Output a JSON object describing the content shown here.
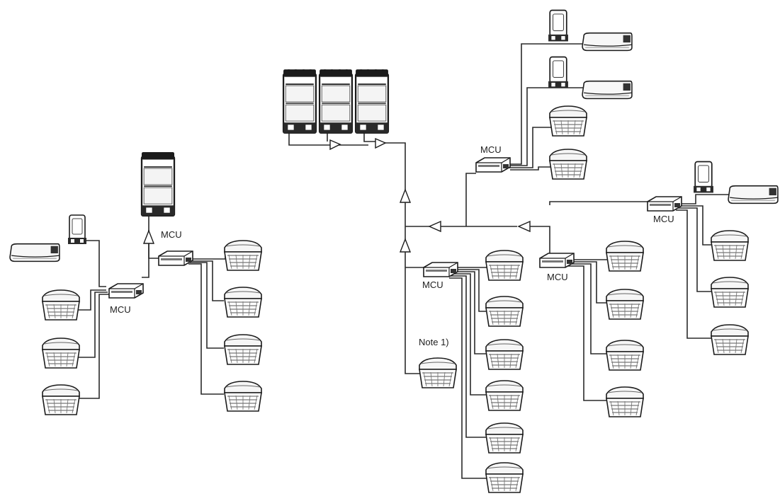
{
  "diagram": {
    "left_system": {
      "mcu_labels": [
        "MCU",
        "MCU"
      ]
    },
    "right_system": {
      "mcu_labels": [
        "MCU",
        "MCU",
        "MCU",
        "MCU"
      ],
      "note_label": "Note 1)"
    },
    "icons": {
      "outdoor_unit": "outdoor-unit-icon",
      "mcu_box": "mcu-box-icon",
      "cassette": "ceiling-cassette-icon",
      "wall_mount": "wall-mounted-ac-icon",
      "controller": "wall-controller-icon",
      "distributor": "refnet-joint-icon"
    }
  }
}
